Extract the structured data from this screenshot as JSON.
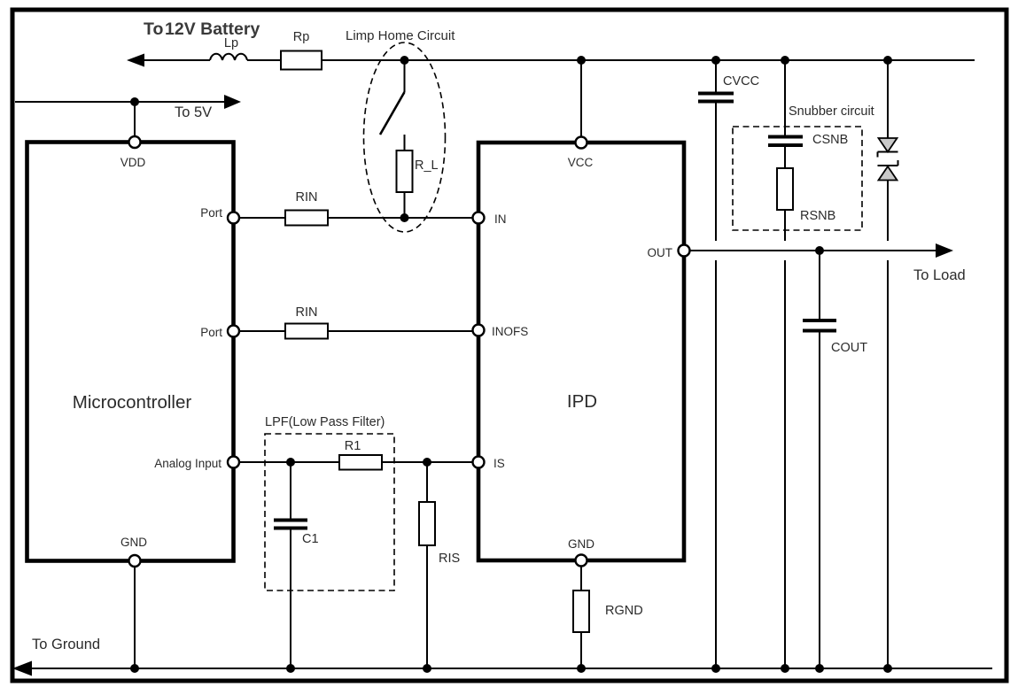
{
  "power": {
    "to_prefix": "To",
    "battery": "12V Battery",
    "to_5v": "To 5V",
    "to_ground": "To Ground",
    "to_load": "To Load"
  },
  "groups": {
    "limp_home": "Limp Home Circuit",
    "lpf": "LPF(Low Pass Filter)",
    "snubber": "Snubber circuit"
  },
  "mcu": {
    "name": "Microcontroller",
    "pins": {
      "vdd": "VDD",
      "port1": "Port",
      "port2": "Port",
      "analog_input": "Analog Input",
      "gnd": "GND"
    }
  },
  "ipd": {
    "name": "IPD",
    "pins": {
      "vcc": "VCC",
      "in": "IN",
      "inofs": "INOFS",
      "is": "IS",
      "out": "OUT",
      "gnd": "GND"
    }
  },
  "components": {
    "lp": "Lp",
    "rp": "Rp",
    "r_l": "R_L",
    "rin_top": "RIN",
    "rin_bottom": "RIN",
    "r1": "R1",
    "c1": "C1",
    "ris": "RIS",
    "rgnd": "RGND",
    "cvcc": "CVCC",
    "csnb": "CSNB",
    "rsnb": "RSNB",
    "cout": "COUT"
  },
  "colors": {
    "battery_label": "#54708e",
    "text": "#2b2b2b",
    "wire": "#000000",
    "diode_fill": "#c9c9c9"
  }
}
